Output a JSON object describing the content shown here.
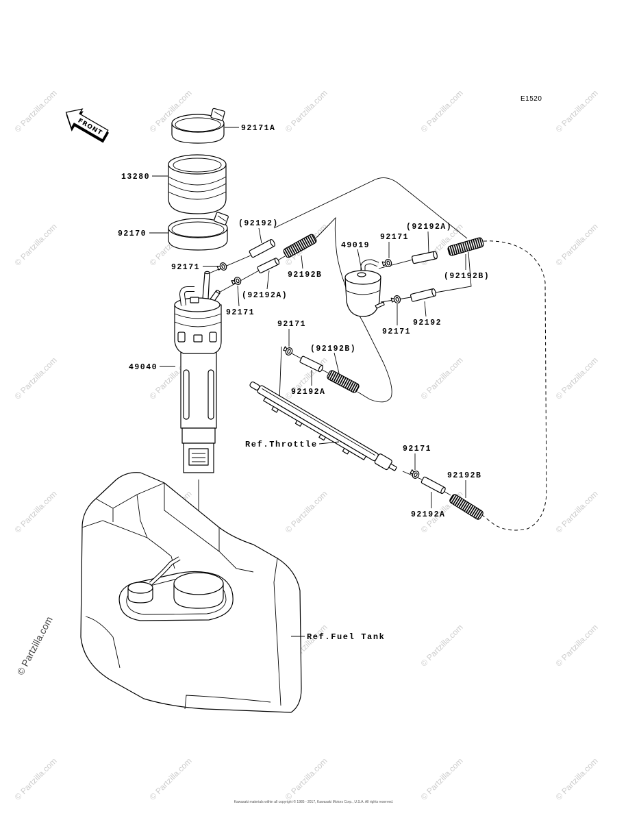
{
  "diagram": {
    "illustration_code": "E1520",
    "front_label": "FRONT",
    "part_labels": [
      "92171A",
      "13280",
      "92170",
      "(92192)",
      "92171",
      "92192B",
      "(92192A)",
      "92171",
      "49040",
      "49019",
      "92171",
      "(92192A)",
      "(92192B)",
      "92192",
      "92171",
      "92171",
      "(92192B)",
      "92192A",
      "92171",
      "92192B",
      "92192A"
    ],
    "reference_labels": {
      "throttle": "Ref.Throttle",
      "fuel_tank": "Ref.Fuel Tank"
    }
  },
  "watermark": "© Partzilla.com",
  "footer": "Kawasaki materials within all copyright © 1985 - 2017, Kawasaki Motors Corp., U.S.A. All rights reserved.",
  "colors": {
    "background": "#ffffff",
    "line_art": "#000000",
    "watermark": "#cccccc"
  }
}
